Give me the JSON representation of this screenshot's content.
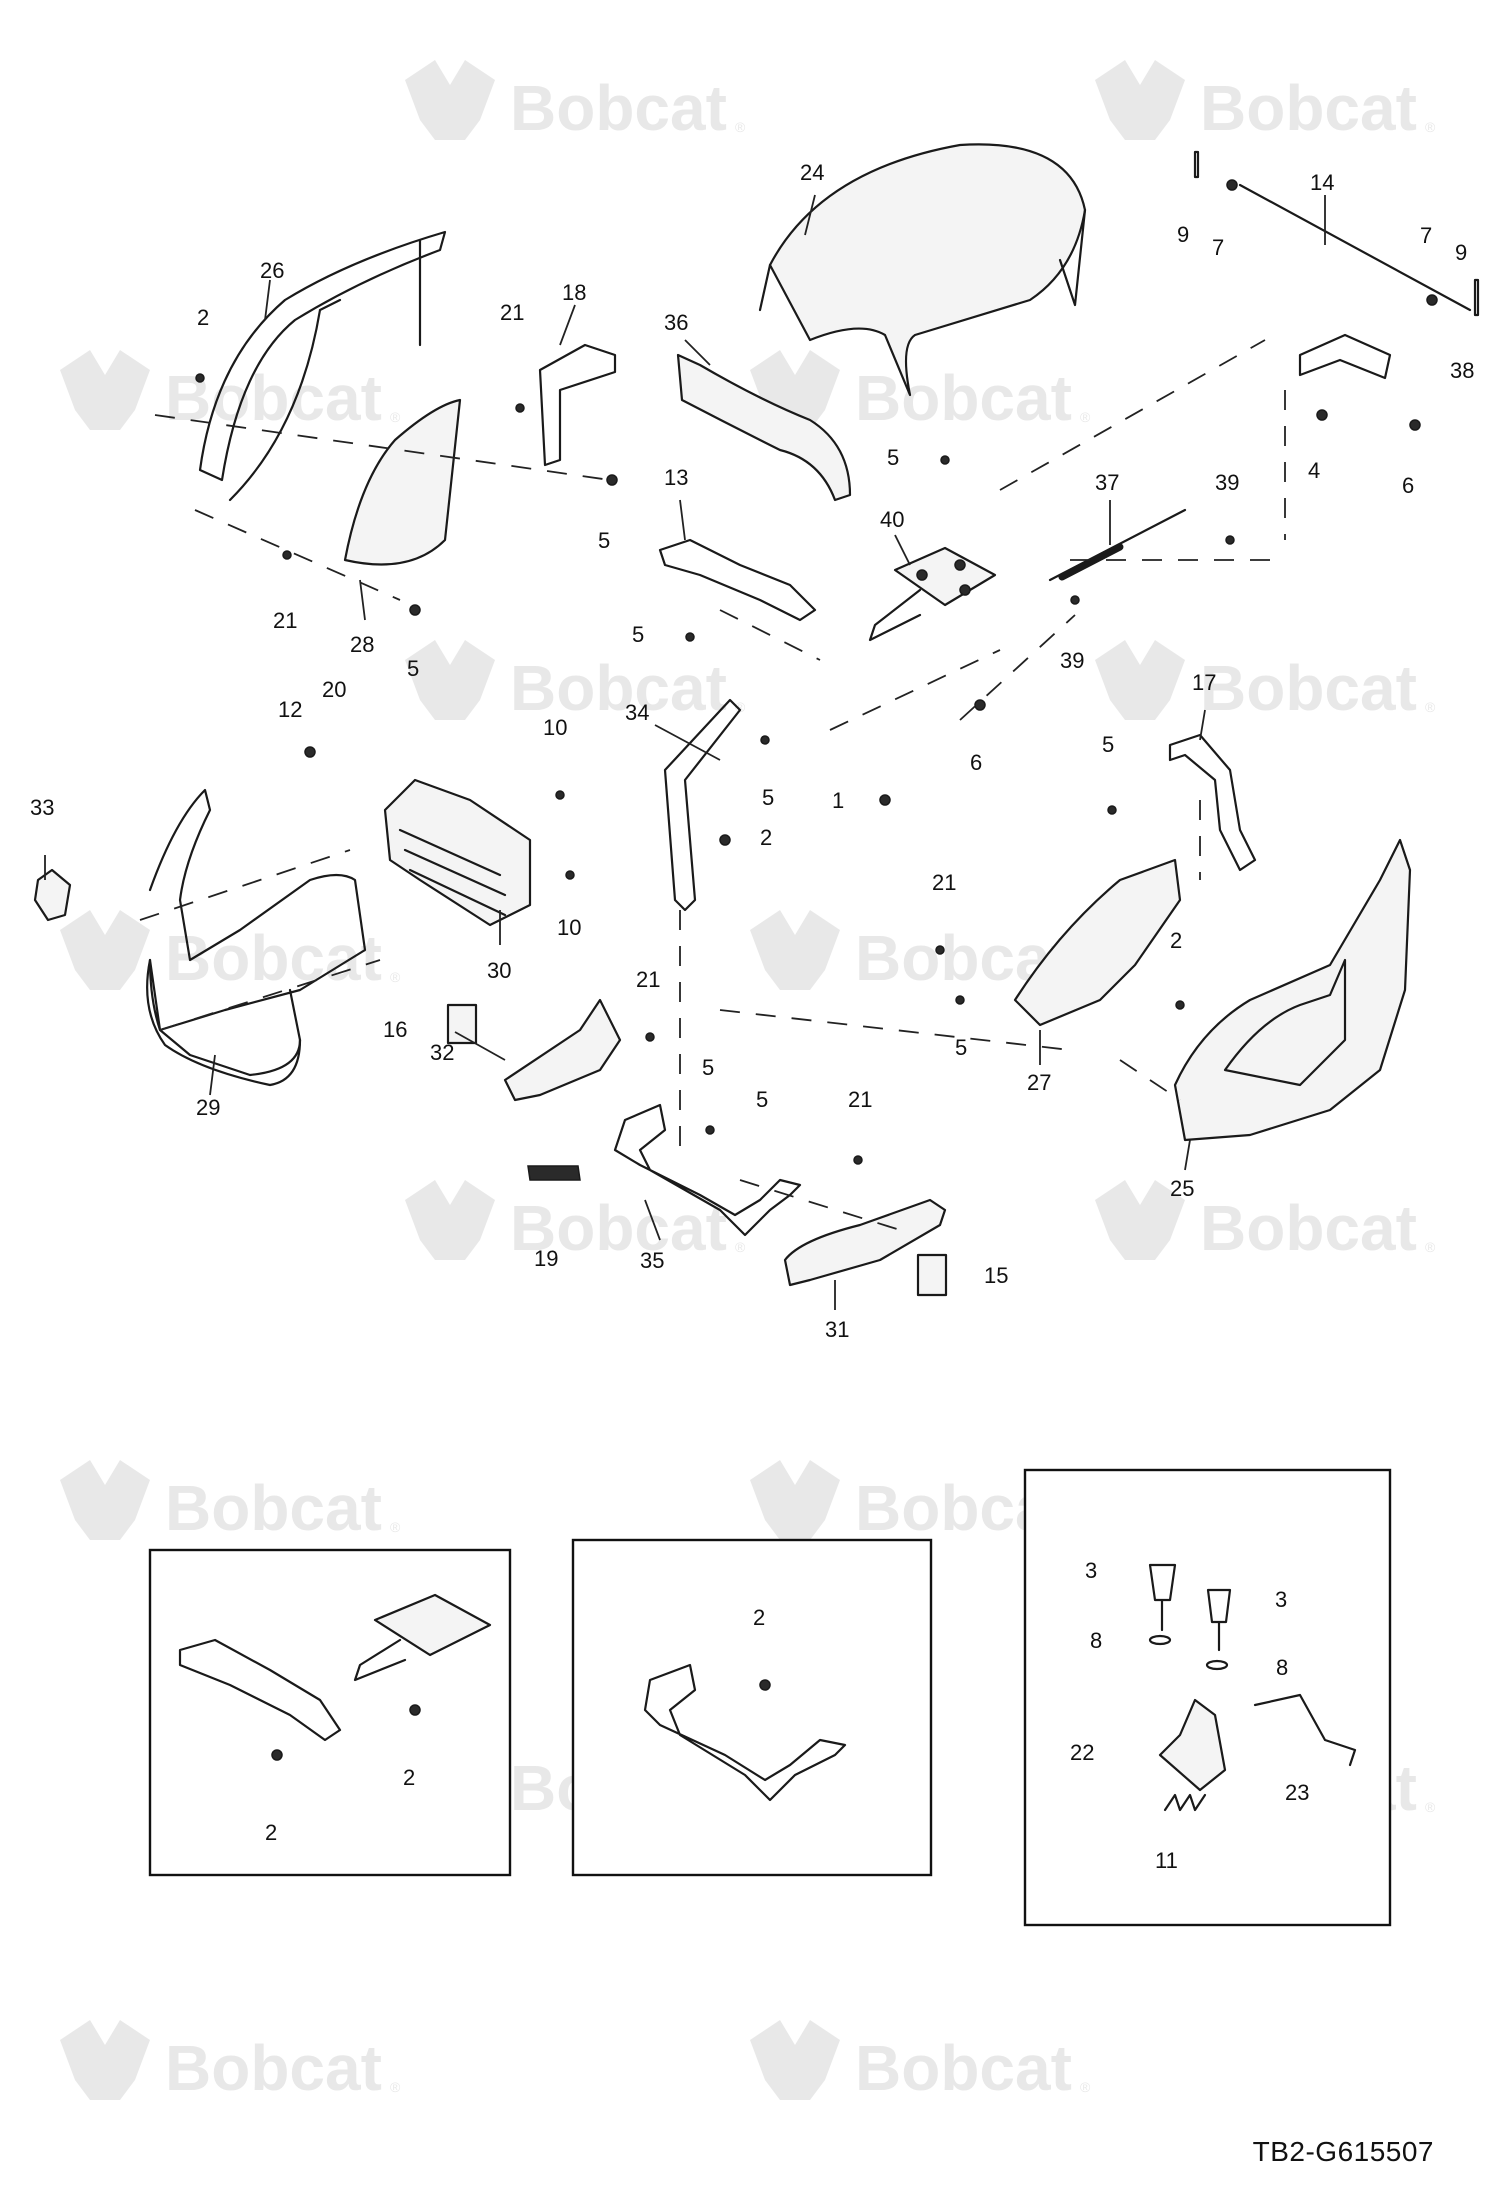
{
  "watermark": {
    "brand": "Bobcat",
    "mark": "®"
  },
  "drawing_id": "TB2-G615507",
  "callouts": {
    "c24": "24",
    "c14": "14",
    "c9a": "9",
    "c7a": "7",
    "c7b": "7",
    "c9b": "9",
    "c26": "26",
    "c2a": "2",
    "c21a": "21",
    "c18": "18",
    "c36": "36",
    "c38": "38",
    "c5a": "5",
    "c4": "4",
    "c6a": "6",
    "c5b": "5",
    "c21b": "21",
    "c28": "28",
    "c5c": "5",
    "c13": "13",
    "c40": "40",
    "c37": "37",
    "c39a": "39",
    "c5d": "5",
    "c39b": "39",
    "c6b": "6",
    "c20": "20",
    "c12": "12",
    "c10a": "10",
    "c34": "34",
    "c17": "17",
    "c33": "33",
    "c5e": "5",
    "c2b": "2",
    "c1": "1",
    "c5f": "5",
    "c10b": "10",
    "c30": "30",
    "c21c": "21",
    "c2c": "2",
    "c29": "29",
    "c16": "16",
    "c21d": "21",
    "c32": "32",
    "c5g": "5",
    "c5h": "5",
    "c27": "27",
    "c21e": "21",
    "c5i": "5",
    "c25": "25",
    "c19": "19",
    "c35": "35",
    "c15": "15",
    "c31": "31",
    "i1_2a": "2",
    "i1_2b": "2",
    "i2_2": "2",
    "i3_3a": "3",
    "i3_3b": "3",
    "i3_8a": "8",
    "i3_8b": "8",
    "i3_22": "22",
    "i3_23": "23",
    "i3_11": "11"
  }
}
